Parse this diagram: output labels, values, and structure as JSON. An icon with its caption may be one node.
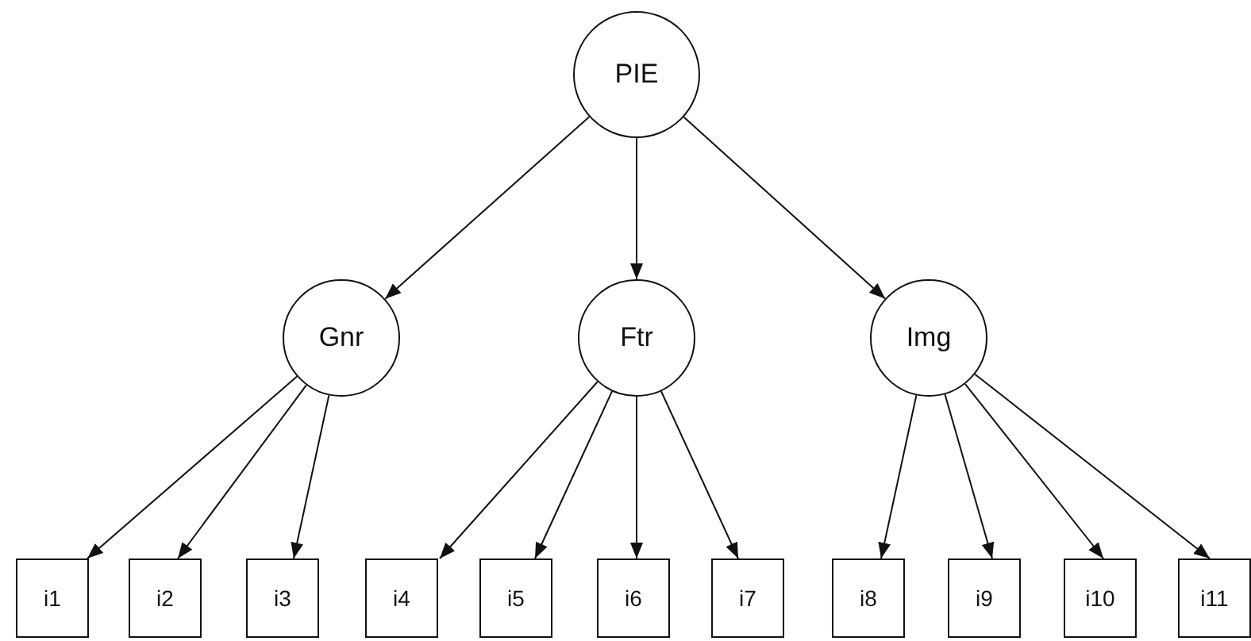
{
  "diagram": {
    "nodes": [
      {
        "text": [
          "PIE"
        ]
      },
      {
        "text": [
          "Gnr"
        ]
      },
      {
        "text": [
          "Ftr"
        ]
      },
      {
        "text": [
          "Img"
        ]
      },
      {
        "text": [
          "i1"
        ]
      },
      {
        "text": [
          "i2"
        ]
      },
      {
        "text": [
          "i3"
        ]
      },
      {
        "text": [
          "i4"
        ]
      },
      {
        "text": [
          "i5"
        ]
      },
      {
        "text": [
          "i6"
        ]
      },
      {
        "text": [
          "i7"
        ]
      },
      {
        "text": [
          "i8"
        ]
      },
      {
        "text": [
          "i9"
        ]
      },
      {
        "text": [
          "i10"
        ]
      },
      {
        "text": [
          "i11"
        ]
      }
    ],
    "edges": [
      {
        "from": 0,
        "to": 1,
        "arrow": "to"
      },
      {
        "from": 0,
        "to": 2,
        "arrow": "to"
      },
      {
        "from": 0,
        "to": 3,
        "arrow": "to"
      },
      {
        "from": 1,
        "to": 4,
        "arrow": "to"
      },
      {
        "from": 1,
        "to": 5,
        "arrow": "to"
      },
      {
        "from": 1,
        "to": 6,
        "arrow": "to"
      },
      {
        "from": 2,
        "to": 7,
        "arrow": "to"
      },
      {
        "from": 2,
        "to": 8,
        "arrow": "to"
      },
      {
        "from": 2,
        "to": 9,
        "arrow": "to"
      },
      {
        "from": 2,
        "to": 10,
        "arrow": "to"
      },
      {
        "from": 3,
        "to": 11,
        "arrow": "to"
      },
      {
        "from": 3,
        "to": 12,
        "arrow": "to"
      },
      {
        "from": 3,
        "to": 13,
        "arrow": "to"
      },
      {
        "from": 3,
        "to": 14,
        "arrow": "to"
      }
    ]
  }
}
